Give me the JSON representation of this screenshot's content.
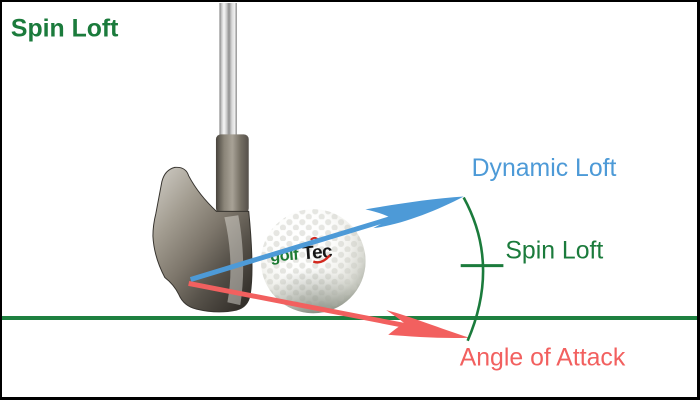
{
  "title": "Spin Loft",
  "labels": {
    "dynamic_loft": "Dynamic Loft",
    "spin_loft": "Spin Loft",
    "angle_of_attack": "Angle of Attack"
  },
  "ball_logo": {
    "golf": "golf",
    "tec": "Tec"
  },
  "colors": {
    "green": "#1b7b3c",
    "ground_green": "#1e8040",
    "blue": "#4d9ad7",
    "red": "#f2605f",
    "logo_green": "#1c7a33",
    "logo_black": "#161616",
    "logo_red": "#d2281e"
  }
}
